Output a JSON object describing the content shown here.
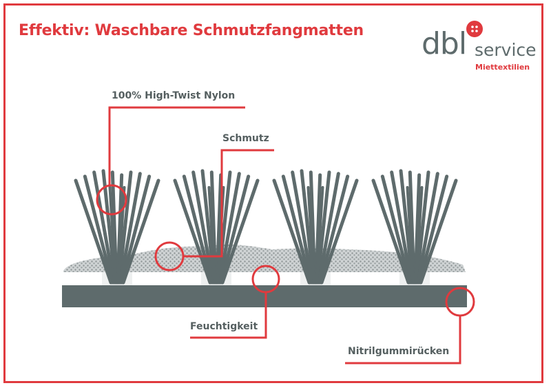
{
  "title": "Effektiv: Waschbare Schmutzfangmatten",
  "logo": {
    "main": "dbl",
    "word": "service",
    "sub": "Miettextilien",
    "icon": "button-dot-icon"
  },
  "labels": {
    "nylon": "100% High-Twist Nylon",
    "dirt": "Schmutz",
    "moisture": "Feuchtigkeit",
    "backing": "Nitrilgummirücken"
  },
  "colors": {
    "accent": "#e03a3e",
    "fiber": "#5e6b6c",
    "dirt": "#a7adae",
    "text": "#555f60"
  }
}
